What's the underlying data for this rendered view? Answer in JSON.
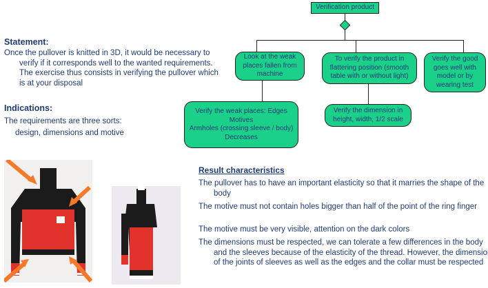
{
  "statement": {
    "heading": "Statement:",
    "text": "Once the pullover is knitted in 3D, it would be necessary to verify if it corresponds well to the wanted requirements. The exercise thus consists in verifying the pullover which is at your disposal"
  },
  "indications": {
    "heading": "Indications:",
    "line1": "The requirements are three sorts:",
    "line2": "design, dimensions and motive"
  },
  "diagram": {
    "root": "Verification product",
    "left": "Look at the weak places fallen from machine",
    "middle": "To verify the product in flattering position (smooth table with or without light)",
    "right": "Verify the good goes well with model or by wearing test",
    "left_child": [
      "Verify the weak places: Edges",
      "Motives",
      "Armholes (crossing sleeve / body)",
      "Decreases"
    ],
    "middle_child": "Verify the dimension in height, width, 1/2 scale"
  },
  "result": {
    "heading": "Result characteristics",
    "items": [
      "The pullover has to have an important elasticity so that it marries the shape of the body",
      "The motive must not contain holes bigger than half of the point of the ring finger",
      "The motive must be very visible, attention on the dark colors",
      "The dimensions must be respected, we can tolerate a few differences in the body and the sleeves because of the elasticity of the thread. However, the dimensions of the joints of sleeves as well as the edges and the collar must be respected"
    ]
  },
  "colors": {
    "box": "#1bd18a",
    "text": "#1f3a78",
    "arrow": "#f47a2a",
    "sweater_black": "#1b1b1b",
    "sweater_red": "#e0332c"
  }
}
